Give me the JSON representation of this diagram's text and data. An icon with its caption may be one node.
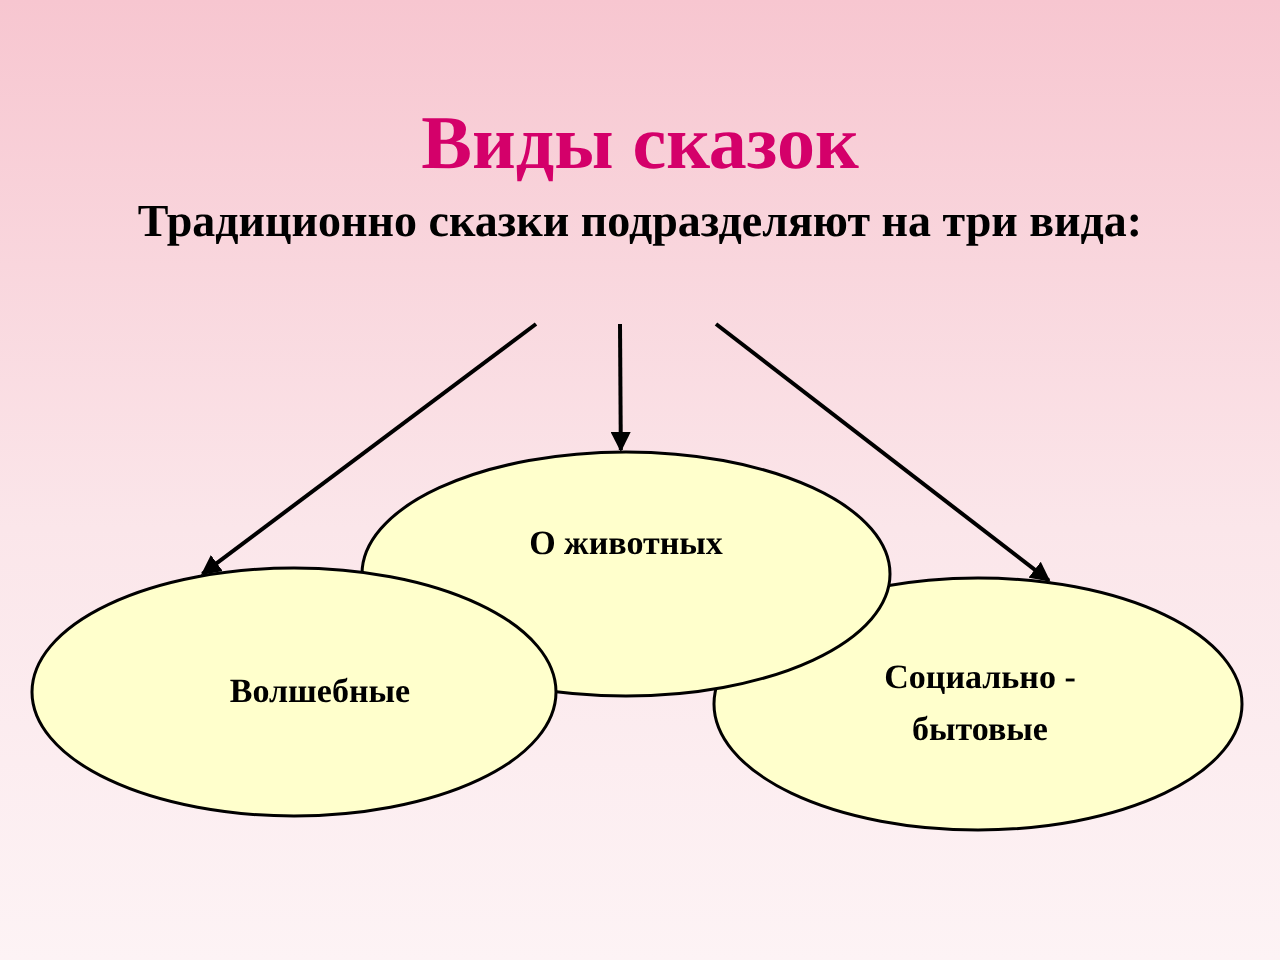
{
  "diagram": {
    "title": "Виды сказок",
    "nodes": [
      {
        "text": [
          "Традиционно сказки подразделяют на три вида:"
        ]
      },
      {
        "text": [
          "Волшебные"
        ]
      },
      {
        "text": [
          "О животных"
        ]
      },
      {
        "text": [
          "Социально - бытовые"
        ]
      }
    ],
    "edges": [
      {
        "from": 0,
        "to": 1,
        "arrow": "to"
      },
      {
        "from": 0,
        "to": 2,
        "arrow": "to"
      },
      {
        "from": 0,
        "to": 3,
        "arrow": "to"
      }
    ]
  }
}
